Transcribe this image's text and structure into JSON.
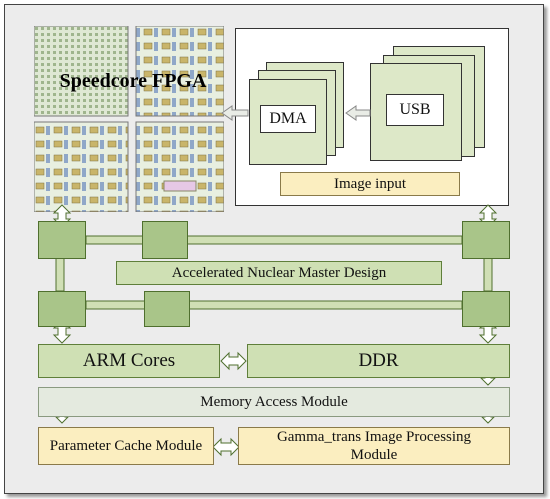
{
  "fpga": {
    "title": "Speedcore FPGA"
  },
  "image_input": {
    "label": "Image input",
    "dma": "DMA",
    "usb": "USB"
  },
  "accel": {
    "label": "Accelerated Nuclear Master Design"
  },
  "arm": {
    "label": "ARM Cores"
  },
  "ddr": {
    "label": "DDR"
  },
  "mem": {
    "label": "Memory Access Module"
  },
  "param": {
    "label": "Parameter Cache Module"
  },
  "gamma": {
    "label": "Gamma_trans Image Processing Module"
  },
  "colors": {
    "green": "#cfe0b4",
    "dark_green": "#a9c589",
    "cream": "#fbeec0",
    "frame": "#ececec"
  }
}
